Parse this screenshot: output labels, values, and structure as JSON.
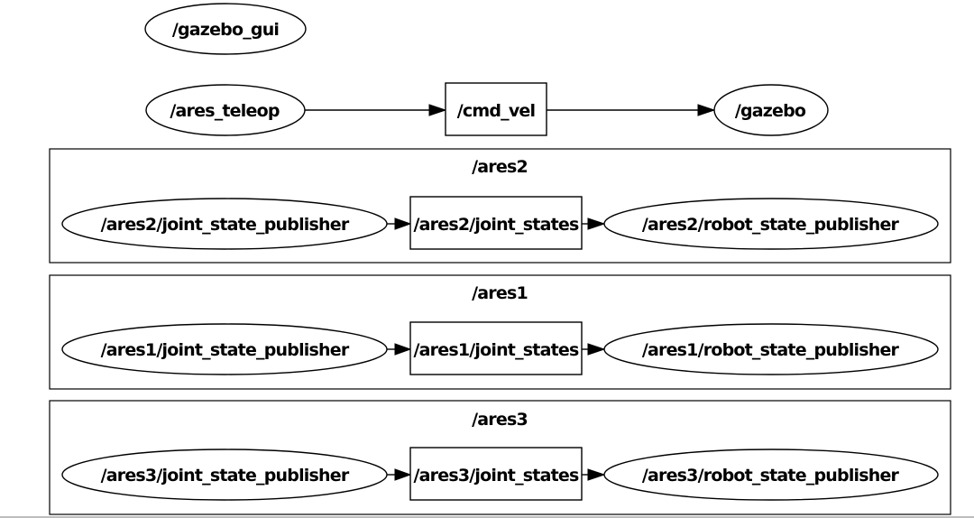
{
  "graph": {
    "colors": {
      "stroke": "#000000",
      "fill": "#ffffff",
      "text": "#000000"
    },
    "nodes": {
      "gazebo_gui": "/gazebo_gui",
      "ares_teleop": "/ares_teleop",
      "cmd_vel": "/cmd_vel",
      "gazebo": "/gazebo"
    },
    "clusters": [
      {
        "label": "/ares2",
        "publisher": "/ares2/joint_state_publisher",
        "topic": "/ares2/joint_states",
        "subscriber": "/ares2/robot_state_publisher"
      },
      {
        "label": "/ares1",
        "publisher": "/ares1/joint_state_publisher",
        "topic": "/ares1/joint_states",
        "subscriber": "/ares1/robot_state_publisher"
      },
      {
        "label": "/ares3",
        "publisher": "/ares3/joint_state_publisher",
        "topic": "/ares3/joint_states",
        "subscriber": "/ares3/robot_state_publisher"
      }
    ]
  }
}
